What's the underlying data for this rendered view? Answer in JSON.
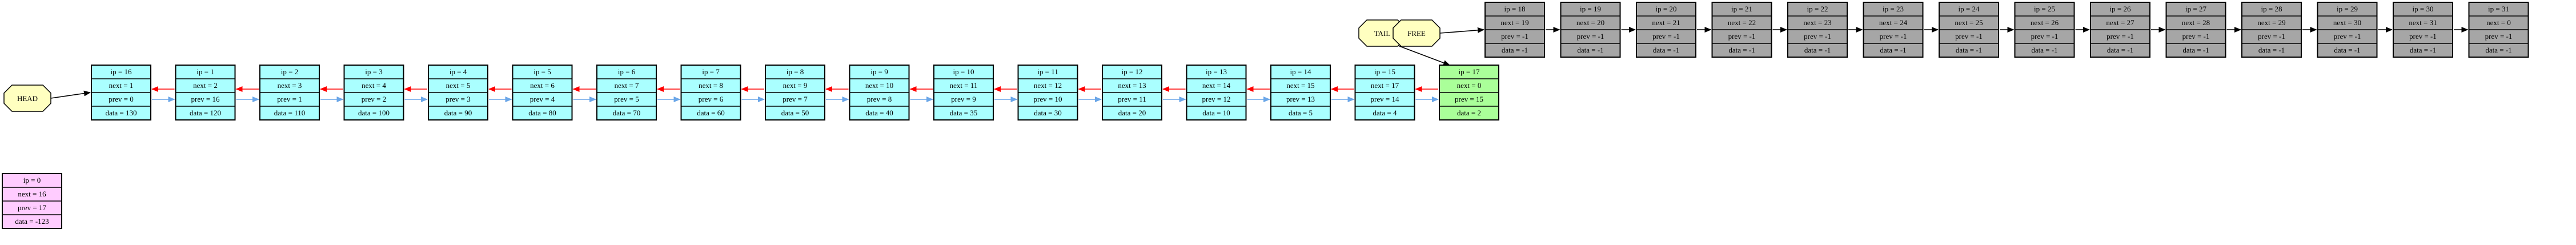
{
  "colors": {
    "active_fill": "#aaffff",
    "free_fill": "#a6a6a6",
    "tail_fill": "#aaff99",
    "guard_fill": "#ffccff",
    "label_fill": "#ffffc0",
    "next_edge": "#ff0000",
    "prev_edge": "#6aa6e8",
    "free_edge": "#000000",
    "border": "#000000"
  },
  "labels": {
    "head": "HEAD",
    "tail": "TAIL",
    "free": "FREE"
  },
  "guard": {
    "ip": "ip = 0",
    "next": "next = 16",
    "prev": "prev = 17",
    "data": "data = -123"
  },
  "active_nodes": [
    {
      "ip": "ip = 16",
      "next": "next = 1",
      "prev": "prev = 0",
      "data": "data = 130"
    },
    {
      "ip": "ip = 1",
      "next": "next = 2",
      "prev": "prev = 16",
      "data": "data = 120"
    },
    {
      "ip": "ip = 2",
      "next": "next = 3",
      "prev": "prev = 1",
      "data": "data = 110"
    },
    {
      "ip": "ip = 3",
      "next": "next = 4",
      "prev": "prev = 2",
      "data": "data = 100"
    },
    {
      "ip": "ip = 4",
      "next": "next = 5",
      "prev": "prev = 3",
      "data": "data = 90"
    },
    {
      "ip": "ip = 5",
      "next": "next = 6",
      "prev": "prev = 4",
      "data": "data = 80"
    },
    {
      "ip": "ip = 6",
      "next": "next = 7",
      "prev": "prev = 5",
      "data": "data = 70"
    },
    {
      "ip": "ip = 7",
      "next": "next = 8",
      "prev": "prev = 6",
      "data": "data = 60"
    },
    {
      "ip": "ip = 8",
      "next": "next = 9",
      "prev": "prev = 7",
      "data": "data = 50"
    },
    {
      "ip": "ip = 9",
      "next": "next = 10",
      "prev": "prev = 8",
      "data": "data = 40"
    },
    {
      "ip": "ip = 10",
      "next": "next = 11",
      "prev": "prev = 9",
      "data": "data = 35"
    },
    {
      "ip": "ip = 11",
      "next": "next = 12",
      "prev": "prev = 10",
      "data": "data = 30"
    },
    {
      "ip": "ip = 12",
      "next": "next = 13",
      "prev": "prev = 11",
      "data": "data = 20"
    },
    {
      "ip": "ip = 13",
      "next": "next = 14",
      "prev": "prev = 12",
      "data": "data = 10"
    },
    {
      "ip": "ip = 14",
      "next": "next = 15",
      "prev": "prev = 13",
      "data": "data = 5"
    },
    {
      "ip": "ip = 15",
      "next": "next = 17",
      "prev": "prev = 14",
      "data": "data = 4"
    }
  ],
  "tail_node": {
    "ip": "ip = 17",
    "next": "next = 0",
    "prev": "prev = 15",
    "data": "data = 2"
  },
  "free_nodes": [
    {
      "ip": "ip = 18",
      "next": "next = 19",
      "prev": "prev = -1",
      "data": "data = -1"
    },
    {
      "ip": "ip = 19",
      "next": "next = 20",
      "prev": "prev = -1",
      "data": "data = -1"
    },
    {
      "ip": "ip = 20",
      "next": "next = 21",
      "prev": "prev = -1",
      "data": "data = -1"
    },
    {
      "ip": "ip = 21",
      "next": "next = 22",
      "prev": "prev = -1",
      "data": "data = -1"
    },
    {
      "ip": "ip = 22",
      "next": "next = 23",
      "prev": "prev = -1",
      "data": "data = -1"
    },
    {
      "ip": "ip = 23",
      "next": "next = 24",
      "prev": "prev = -1",
      "data": "data = -1"
    },
    {
      "ip": "ip = 24",
      "next": "next = 25",
      "prev": "prev = -1",
      "data": "data = -1"
    },
    {
      "ip": "ip = 25",
      "next": "next = 26",
      "prev": "prev = -1",
      "data": "data = -1"
    },
    {
      "ip": "ip = 26",
      "next": "next = 27",
      "prev": "prev = -1",
      "data": "data = -1"
    },
    {
      "ip": "ip = 27",
      "next": "next = 28",
      "prev": "prev = -1",
      "data": "data = -1"
    },
    {
      "ip": "ip = 28",
      "next": "next = 29",
      "prev": "prev = -1",
      "data": "data = -1"
    },
    {
      "ip": "ip = 29",
      "next": "next = 30",
      "prev": "prev = -1",
      "data": "data = -1"
    },
    {
      "ip": "ip = 30",
      "next": "next = 31",
      "prev": "prev = -1",
      "data": "data = -1"
    },
    {
      "ip": "ip = 31",
      "next": "next = 0",
      "prev": "prev = -1",
      "data": "data = -1"
    }
  ]
}
